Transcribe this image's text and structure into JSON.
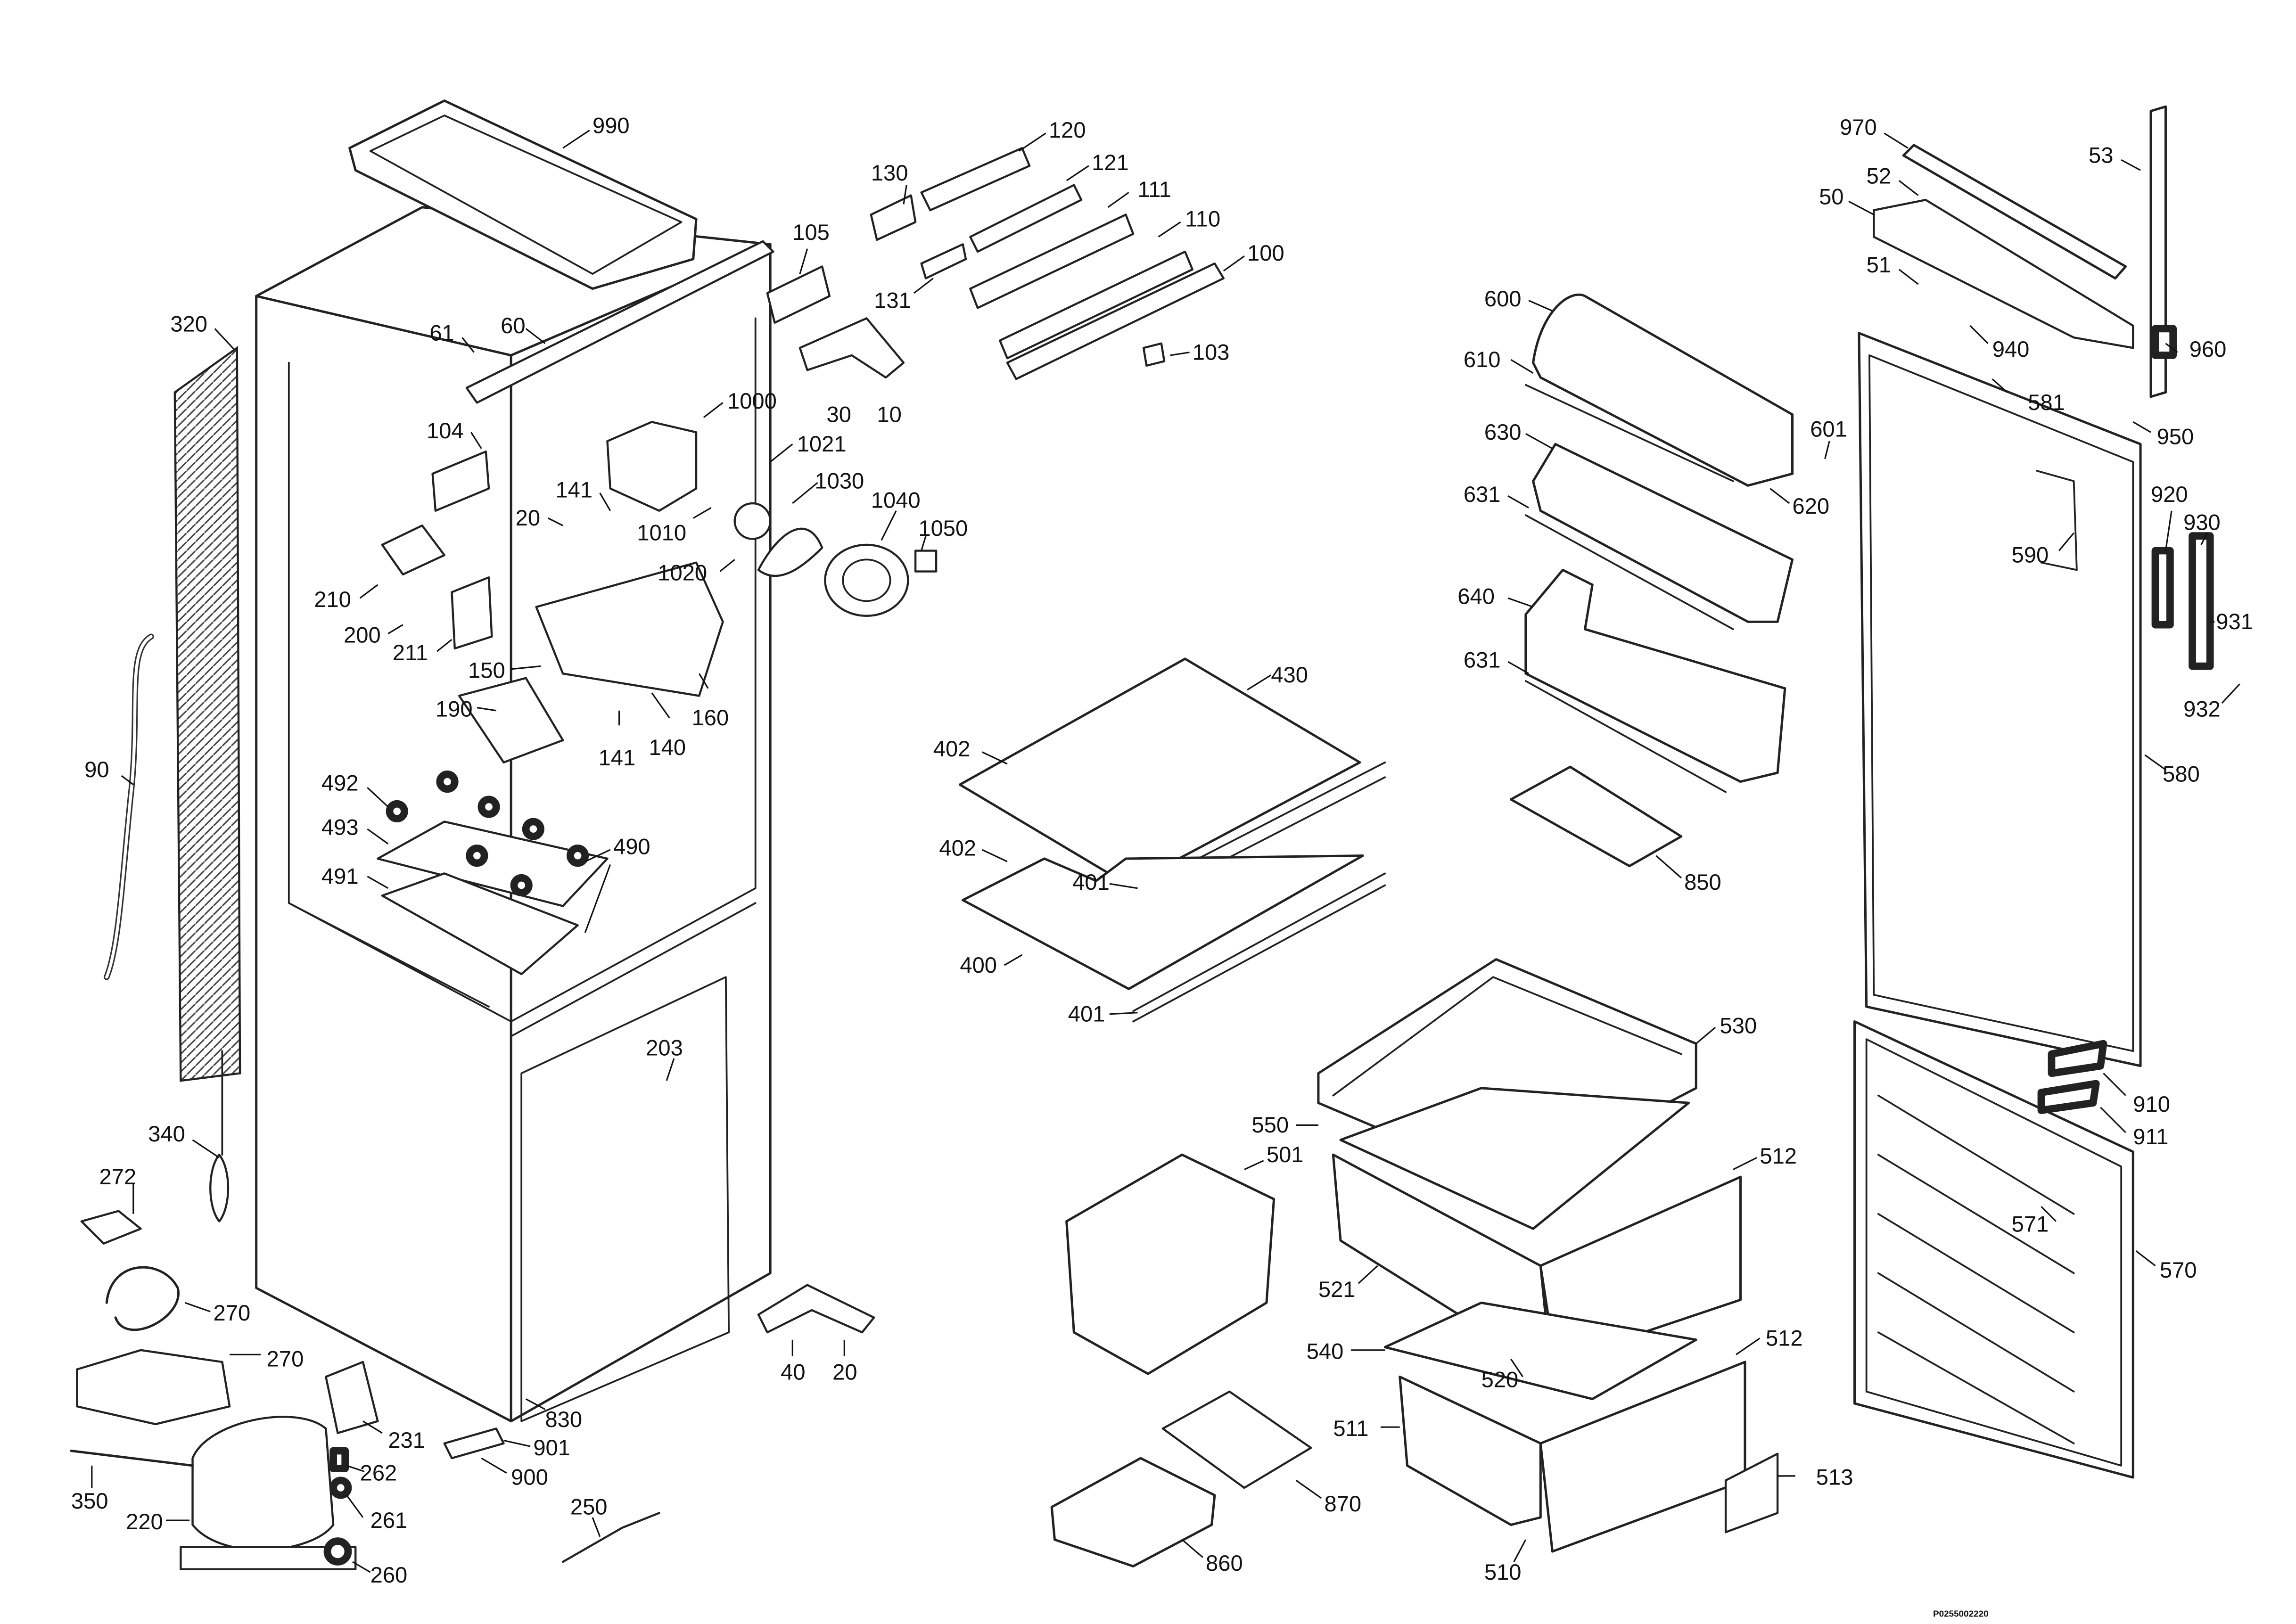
{
  "part_labels": {
    "p990": "990",
    "p120": "120",
    "p121": "121",
    "p130": "130",
    "p111": "111",
    "p110": "110",
    "p131": "131",
    "p100": "100",
    "p103": "103",
    "p105": "105",
    "p10": "10",
    "p30": "30",
    "p61": "61",
    "p60": "60",
    "p320": "320",
    "p104": "104",
    "p1000": "1000",
    "p1021": "1021",
    "p1030": "1030",
    "p141a": "141",
    "p20a": "20",
    "p1010": "1010",
    "p1040": "1040",
    "p1050": "1050",
    "p1020": "1020",
    "p210": "210",
    "p200": "200",
    "p211": "211",
    "p150": "150",
    "p190": "190",
    "p141b": "141",
    "p140": "140",
    "p160": "160",
    "p90": "90",
    "p492": "492",
    "p493": "493",
    "p490": "490",
    "p491": "491",
    "p203": "203",
    "p340": "340",
    "p272": "272",
    "p270a": "270",
    "p270b": "270",
    "p231": "231",
    "p830": "830",
    "p901": "901",
    "p900": "900",
    "p262": "262",
    "p350": "350",
    "p220": "220",
    "p261": "261",
    "p260": "260",
    "p250": "250",
    "p40": "40",
    "p20b": "20",
    "p430": "430",
    "p402a": "402",
    "p402b": "402",
    "p401a": "401",
    "p400": "400",
    "p401b": "401",
    "p600": "600",
    "p610": "610",
    "p601": "601",
    "p630": "630",
    "p620": "620",
    "p631a": "631",
    "p640": "640",
    "p631b": "631",
    "p850": "850",
    "p530": "530",
    "p550": "550",
    "p501": "501",
    "p512a": "512",
    "p521": "521",
    "p540": "540",
    "p520": "520",
    "p512b": "512",
    "p511": "511",
    "p513": "513",
    "p510": "510",
    "p870": "870",
    "p860": "860",
    "p970": "970",
    "p53": "53",
    "p52": "52",
    "p50": "50",
    "p51": "51",
    "p940": "940",
    "p960": "960",
    "p581": "581",
    "p950": "950",
    "p920": "920",
    "p930": "930",
    "p590": "590",
    "p931": "931",
    "p932": "932",
    "p580": "580",
    "p910": "910",
    "p911": "911",
    "p571": "571",
    "p570": "570"
  },
  "drawing_code": "P0255002220",
  "colors": {
    "line": "#222222",
    "background": "#ffffff",
    "panel_fill": "#f2f2f2"
  }
}
